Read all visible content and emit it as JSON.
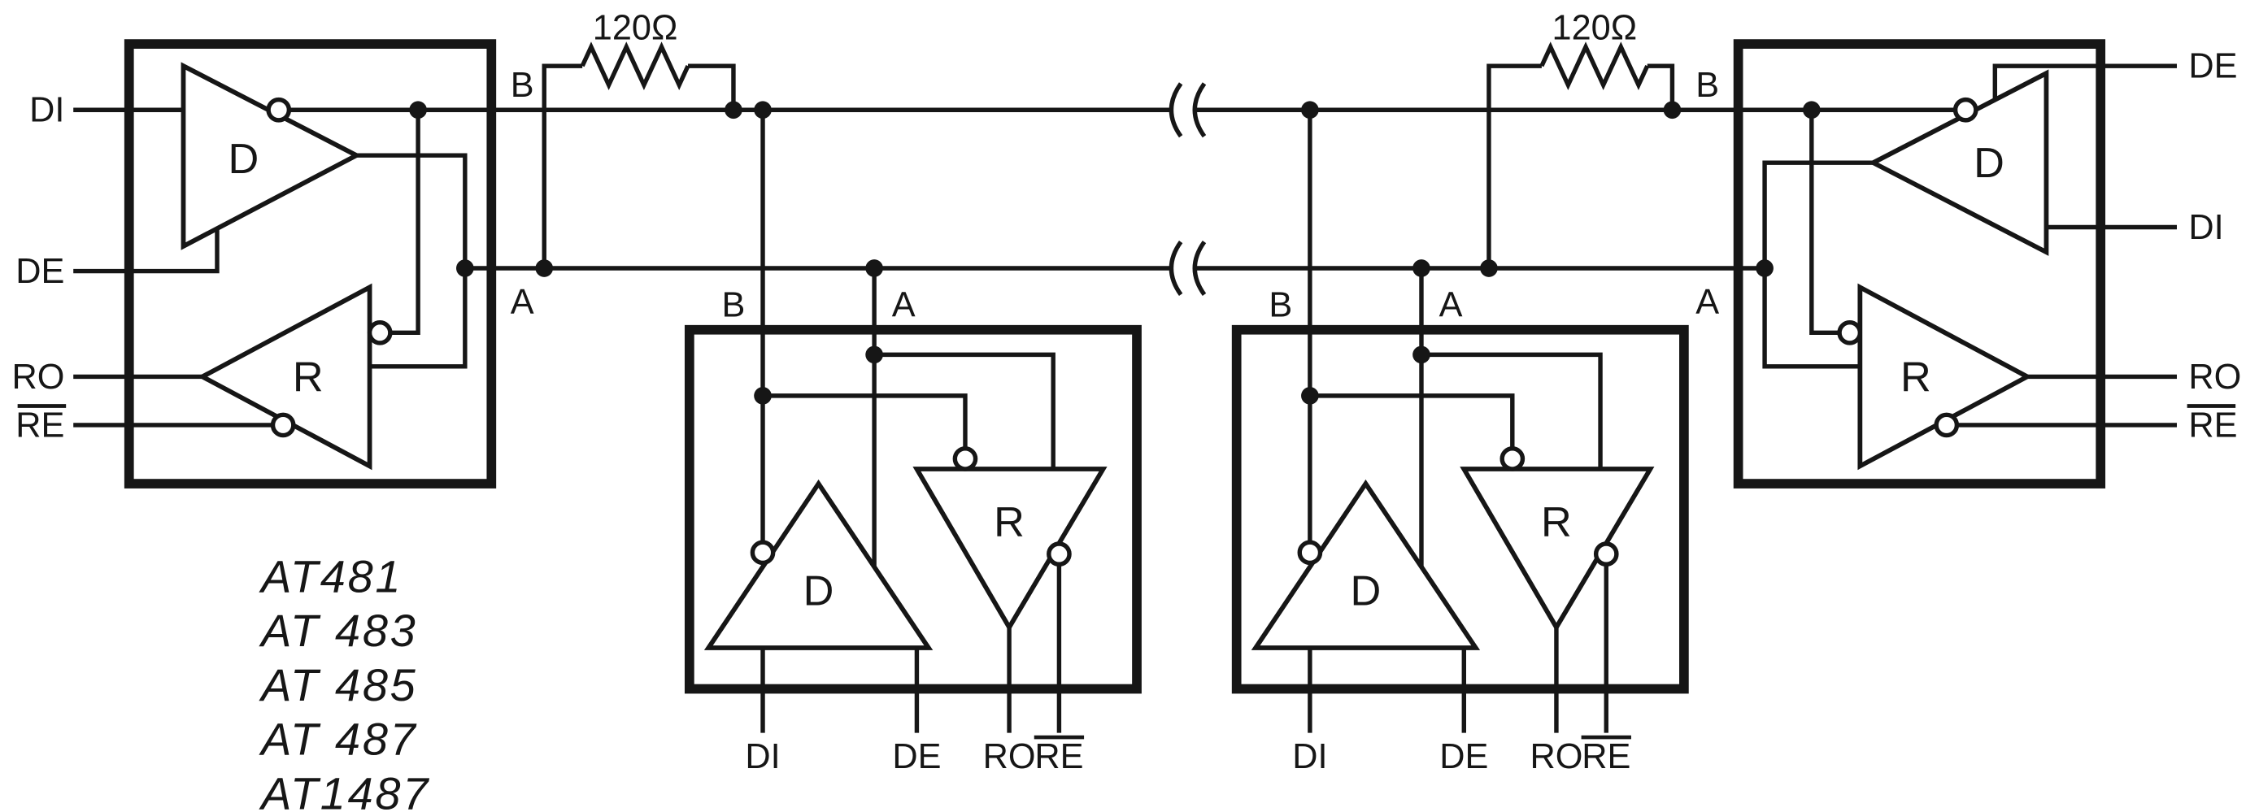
{
  "schematic": {
    "termination": {
      "left_value": "120Ω",
      "right_value": "120Ω"
    },
    "bus": {
      "b": "B",
      "a": "A"
    },
    "xcvr_left": {
      "driver": "D",
      "receiver": "R",
      "di": "DI",
      "de": "DE",
      "ro": "RO",
      "re": "RE",
      "b": "B",
      "a": "A"
    },
    "xcvr_mid1": {
      "driver": "D",
      "receiver": "R",
      "di": "DI",
      "de": "DE",
      "ro": "RO",
      "re": "RE",
      "b": "B",
      "a": "A"
    },
    "xcvr_mid2": {
      "driver": "D",
      "receiver": "R",
      "di": "DI",
      "de": "DE",
      "ro": "RO",
      "re": "RE",
      "b": "B",
      "a": "A"
    },
    "xcvr_right": {
      "driver": "D",
      "receiver": "R",
      "de": "DE",
      "di": "DI",
      "ro": "RO",
      "re": "RE",
      "b": "B",
      "a": "A"
    },
    "part_numbers": [
      "AT481",
      "AT 483",
      "AT 485",
      "AT 487",
      "AT1487"
    ]
  }
}
